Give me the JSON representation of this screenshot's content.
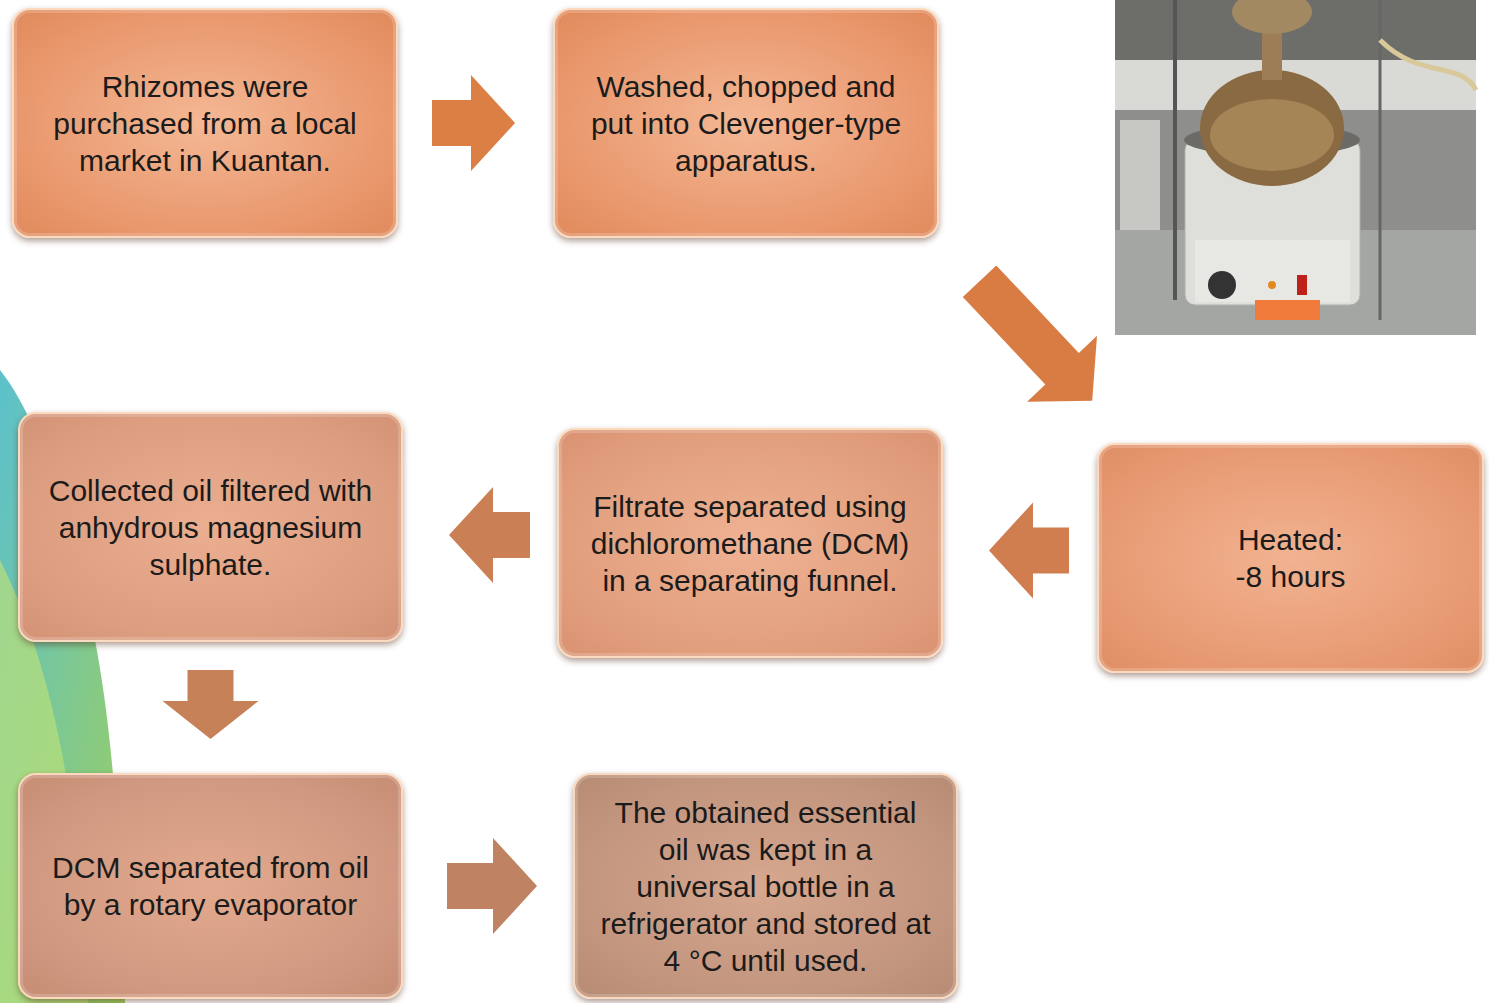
{
  "diagram": {
    "nodes": [
      {
        "text": [
          "Rhizomes were purchased from a local market in Kuantan."
        ]
      },
      {
        "text": [
          "Washed, chopped and put into Clevenger-type apparatus."
        ]
      },
      {
        "text": [
          "Heated:",
          "-8 hours"
        ]
      },
      {
        "text": [
          "Filtrate separated using dichloromethane (DCM) in a separating funnel."
        ]
      },
      {
        "text": [
          "Collected oil filtered with anhydrous magnesium sulphate."
        ]
      },
      {
        "text": [
          "DCM separated from oil by a rotary evaporator"
        ]
      },
      {
        "text": [
          "The obtained essential oil was kept in a universal bottle in a refrigerator and stored at 4 °C until used."
        ]
      }
    ],
    "edges": [
      {
        "from": 0,
        "to": 1,
        "arrow": "to"
      },
      {
        "from": 1,
        "to": 2,
        "arrow": "to"
      },
      {
        "from": 2,
        "to": 3,
        "arrow": "to"
      },
      {
        "from": 3,
        "to": 4,
        "arrow": "to"
      },
      {
        "from": 4,
        "to": 5,
        "arrow": "to"
      },
      {
        "from": 5,
        "to": 6,
        "arrow": "to"
      }
    ]
  }
}
